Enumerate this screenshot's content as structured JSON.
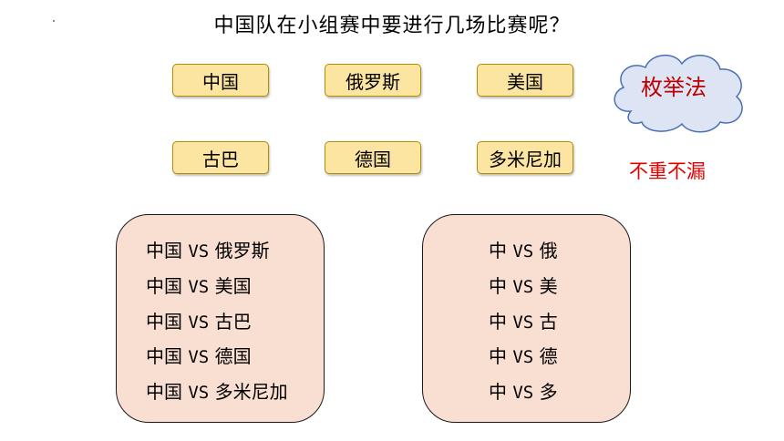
{
  "title": "中国队在小组赛中要进行几场比赛呢？",
  "teams": [
    "中国",
    "俄罗斯",
    "美国",
    "古巴",
    "德国",
    "多米尼加"
  ],
  "method_label": "枚举法",
  "principle": "不重不漏",
  "vs_word": "VS",
  "matches_full": [
    {
      "home": "中国",
      "away": "俄罗斯"
    },
    {
      "home": "中国",
      "away": "美国"
    },
    {
      "home": "中国",
      "away": "古巴"
    },
    {
      "home": "中国",
      "away": "德国"
    },
    {
      "home": "中国",
      "away": "多米尼加"
    }
  ],
  "matches_short": [
    {
      "home": "中",
      "away": "俄"
    },
    {
      "home": "中",
      "away": "美"
    },
    {
      "home": "中",
      "away": "古"
    },
    {
      "home": "中",
      "away": "德"
    },
    {
      "home": "中",
      "away": "多"
    }
  ],
  "colors": {
    "team_fill": "#fbe5a0",
    "team_border": "#b38d00",
    "panel_fill": "#f9ded2",
    "cloud_fill": "#dde5f5",
    "cloud_stroke": "#4a6fb5",
    "accent_red": "#c00000"
  }
}
